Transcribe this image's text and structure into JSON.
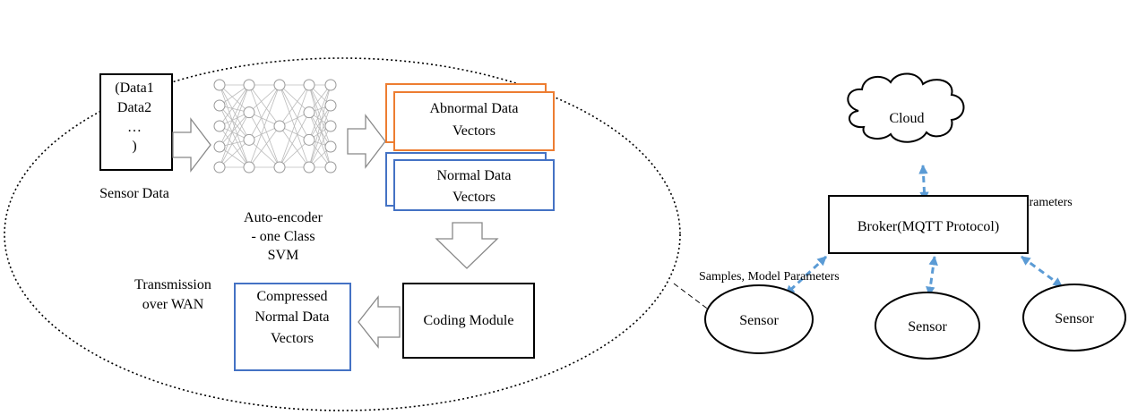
{
  "sensor_data_box": {
    "lines": [
      "(Data1",
      "Data2",
      "…",
      ")"
    ],
    "caption": "Sensor Data"
  },
  "autoencoder": {
    "caption_lines": [
      "Auto-encoder",
      "- one Class",
      "SVM"
    ]
  },
  "abnormal_box": {
    "lines": [
      "Abnormal Data",
      "Vectors"
    ],
    "color": "#ED7D31"
  },
  "normal_box": {
    "lines": [
      "Normal Data",
      "Vectors"
    ],
    "color": "#4472C4"
  },
  "coding_module": {
    "label": "Coding Module"
  },
  "compressed_box": {
    "lines": [
      "Compressed",
      "Normal Data",
      "Vectors"
    ],
    "color": "#4472C4"
  },
  "transmission_label": {
    "lines": [
      "Transmission",
      "over WAN"
    ]
  },
  "cloud": {
    "label": "Cloud"
  },
  "broker": {
    "label": "Broker(MQTT Protocol)"
  },
  "cloud_link_label": "Samples, Model Parameters",
  "sensor_link_label": "Samples, Model Parameters",
  "sensors": [
    "Sensor",
    "Sensor",
    "Sensor"
  ],
  "link_color": "#5B9BD5"
}
